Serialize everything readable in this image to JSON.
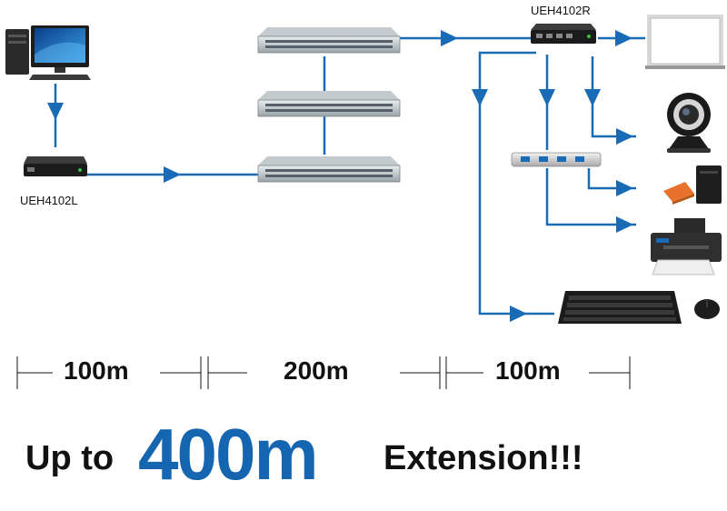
{
  "devices": {
    "computer": "computer-icon",
    "transmitter": "usb-extender-local-icon",
    "switch": "network-switch-icon",
    "receiver": "usb-extender-remote-icon",
    "whiteboard": "interactive-whiteboard-icon",
    "webcam": "webcam-icon",
    "hub": "usb-hub-icon",
    "storage": "external-drive-icon",
    "printer": "printer-icon",
    "keyboard": "keyboard-icon",
    "mouse": "mouse-icon"
  },
  "labels": {
    "local_unit": "UEH4102L",
    "remote_unit": "UEH4102R"
  },
  "distances": [
    "100m",
    "200m",
    "100m"
  ],
  "headline": {
    "prefix": "Up to",
    "figure": "400m",
    "suffix": "Extension!!!"
  },
  "colors": {
    "link": "#1a6bb5",
    "figure": "#1565b0",
    "text": "#111111"
  }
}
